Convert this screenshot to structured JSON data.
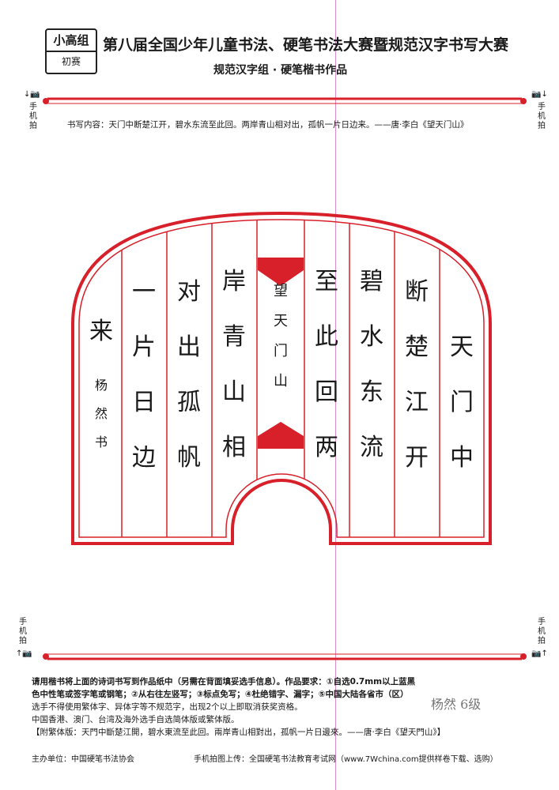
{
  "header": {
    "badge_top": "小高组",
    "badge_bottom": "初赛",
    "title": "第八届全国少年儿童书法、硬笔书法大赛暨规范汉字书写大赛",
    "subtitle": "规范汉字组 · 硬笔楷书作品"
  },
  "side_labels": {
    "label": "手机拍",
    "top_left_icon": "↓📷",
    "top_right_icon": "📷↓",
    "bottom_left_icon": "↑📷",
    "bottom_right_icon": "📷↑"
  },
  "content_line": "书写内容：天门中断楚江开，碧水东流至此回。两岸青山相对出，孤帆一片日边来。——唐·李白《望天门山》",
  "artwork": {
    "columns": [
      {
        "chars": [
          "天",
          "门",
          "中"
        ]
      },
      {
        "chars": [
          "断",
          "楚",
          "江",
          "开"
        ]
      },
      {
        "chars": [
          "碧",
          "水",
          "东",
          "流"
        ]
      },
      {
        "chars": [
          "至",
          "此",
          "回",
          "两"
        ]
      },
      {
        "chars": [
          "岸",
          "青",
          "山",
          "相"
        ]
      },
      {
        "chars": [
          "对",
          "出",
          "孤",
          "帆"
        ]
      },
      {
        "chars": [
          "一",
          "片",
          "日",
          "边"
        ]
      },
      {
        "chars": [
          "来"
        ]
      }
    ],
    "title_column": [
      "望",
      "天",
      "门",
      "山"
    ],
    "signature": [
      "杨",
      "然",
      "书"
    ]
  },
  "rules": {
    "line1": "请用楷书将上面的诗词书写到作品纸中（另需在背面填妥选手信息）。作品要求：①自选0.7mm以上蓝黑",
    "line2": "色中性笔或签字笔或钢笔；②从右往左竖写；③标点免写；④杜绝错字、漏字；⑤中国大陆各省市（区）",
    "line3": "选手不得使用繁体字、异体字等不规范字，出现2个以上即取消获奖资格。",
    "line4": "中国香港、澳门、台湾及海外选手自选简体版或繁体版。",
    "line5": "【附繁体版：天門中斷楚江開，碧水東流至此回。兩岸青山相對出，孤帆一片日邊來。——唐·李白《望天門山》】"
  },
  "hand_signature": "杨然 6级",
  "footer": {
    "organizer": "主办单位：中国硬笔书法协会",
    "upload": "手机拍图上传：全国硬笔书法教育考试网（www.7Wchina.com提供样卷下载、选购）"
  },
  "colors": {
    "accent": "#d8202a",
    "pink_guide": "#e08ac8"
  }
}
